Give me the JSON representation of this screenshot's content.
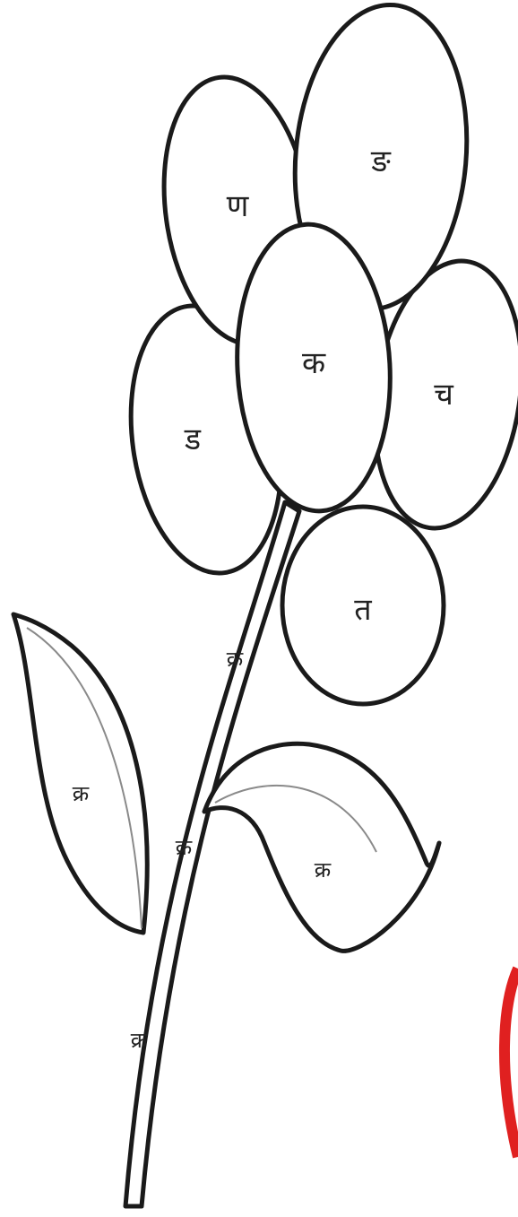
{
  "colors": {
    "outline": "#1a1a1a",
    "fill": "#ffffff",
    "accent_arc": "#e02020"
  },
  "flower": {
    "center": "क",
    "petals": {
      "top": "ङ",
      "upper_left": "ण",
      "left": "ड",
      "right": "च",
      "bottom": "त"
    }
  },
  "stem": {
    "upper": "क्र",
    "middle": "क्र",
    "lower": "क्र"
  },
  "leaves": {
    "left": "क्र",
    "right": "क्र"
  }
}
